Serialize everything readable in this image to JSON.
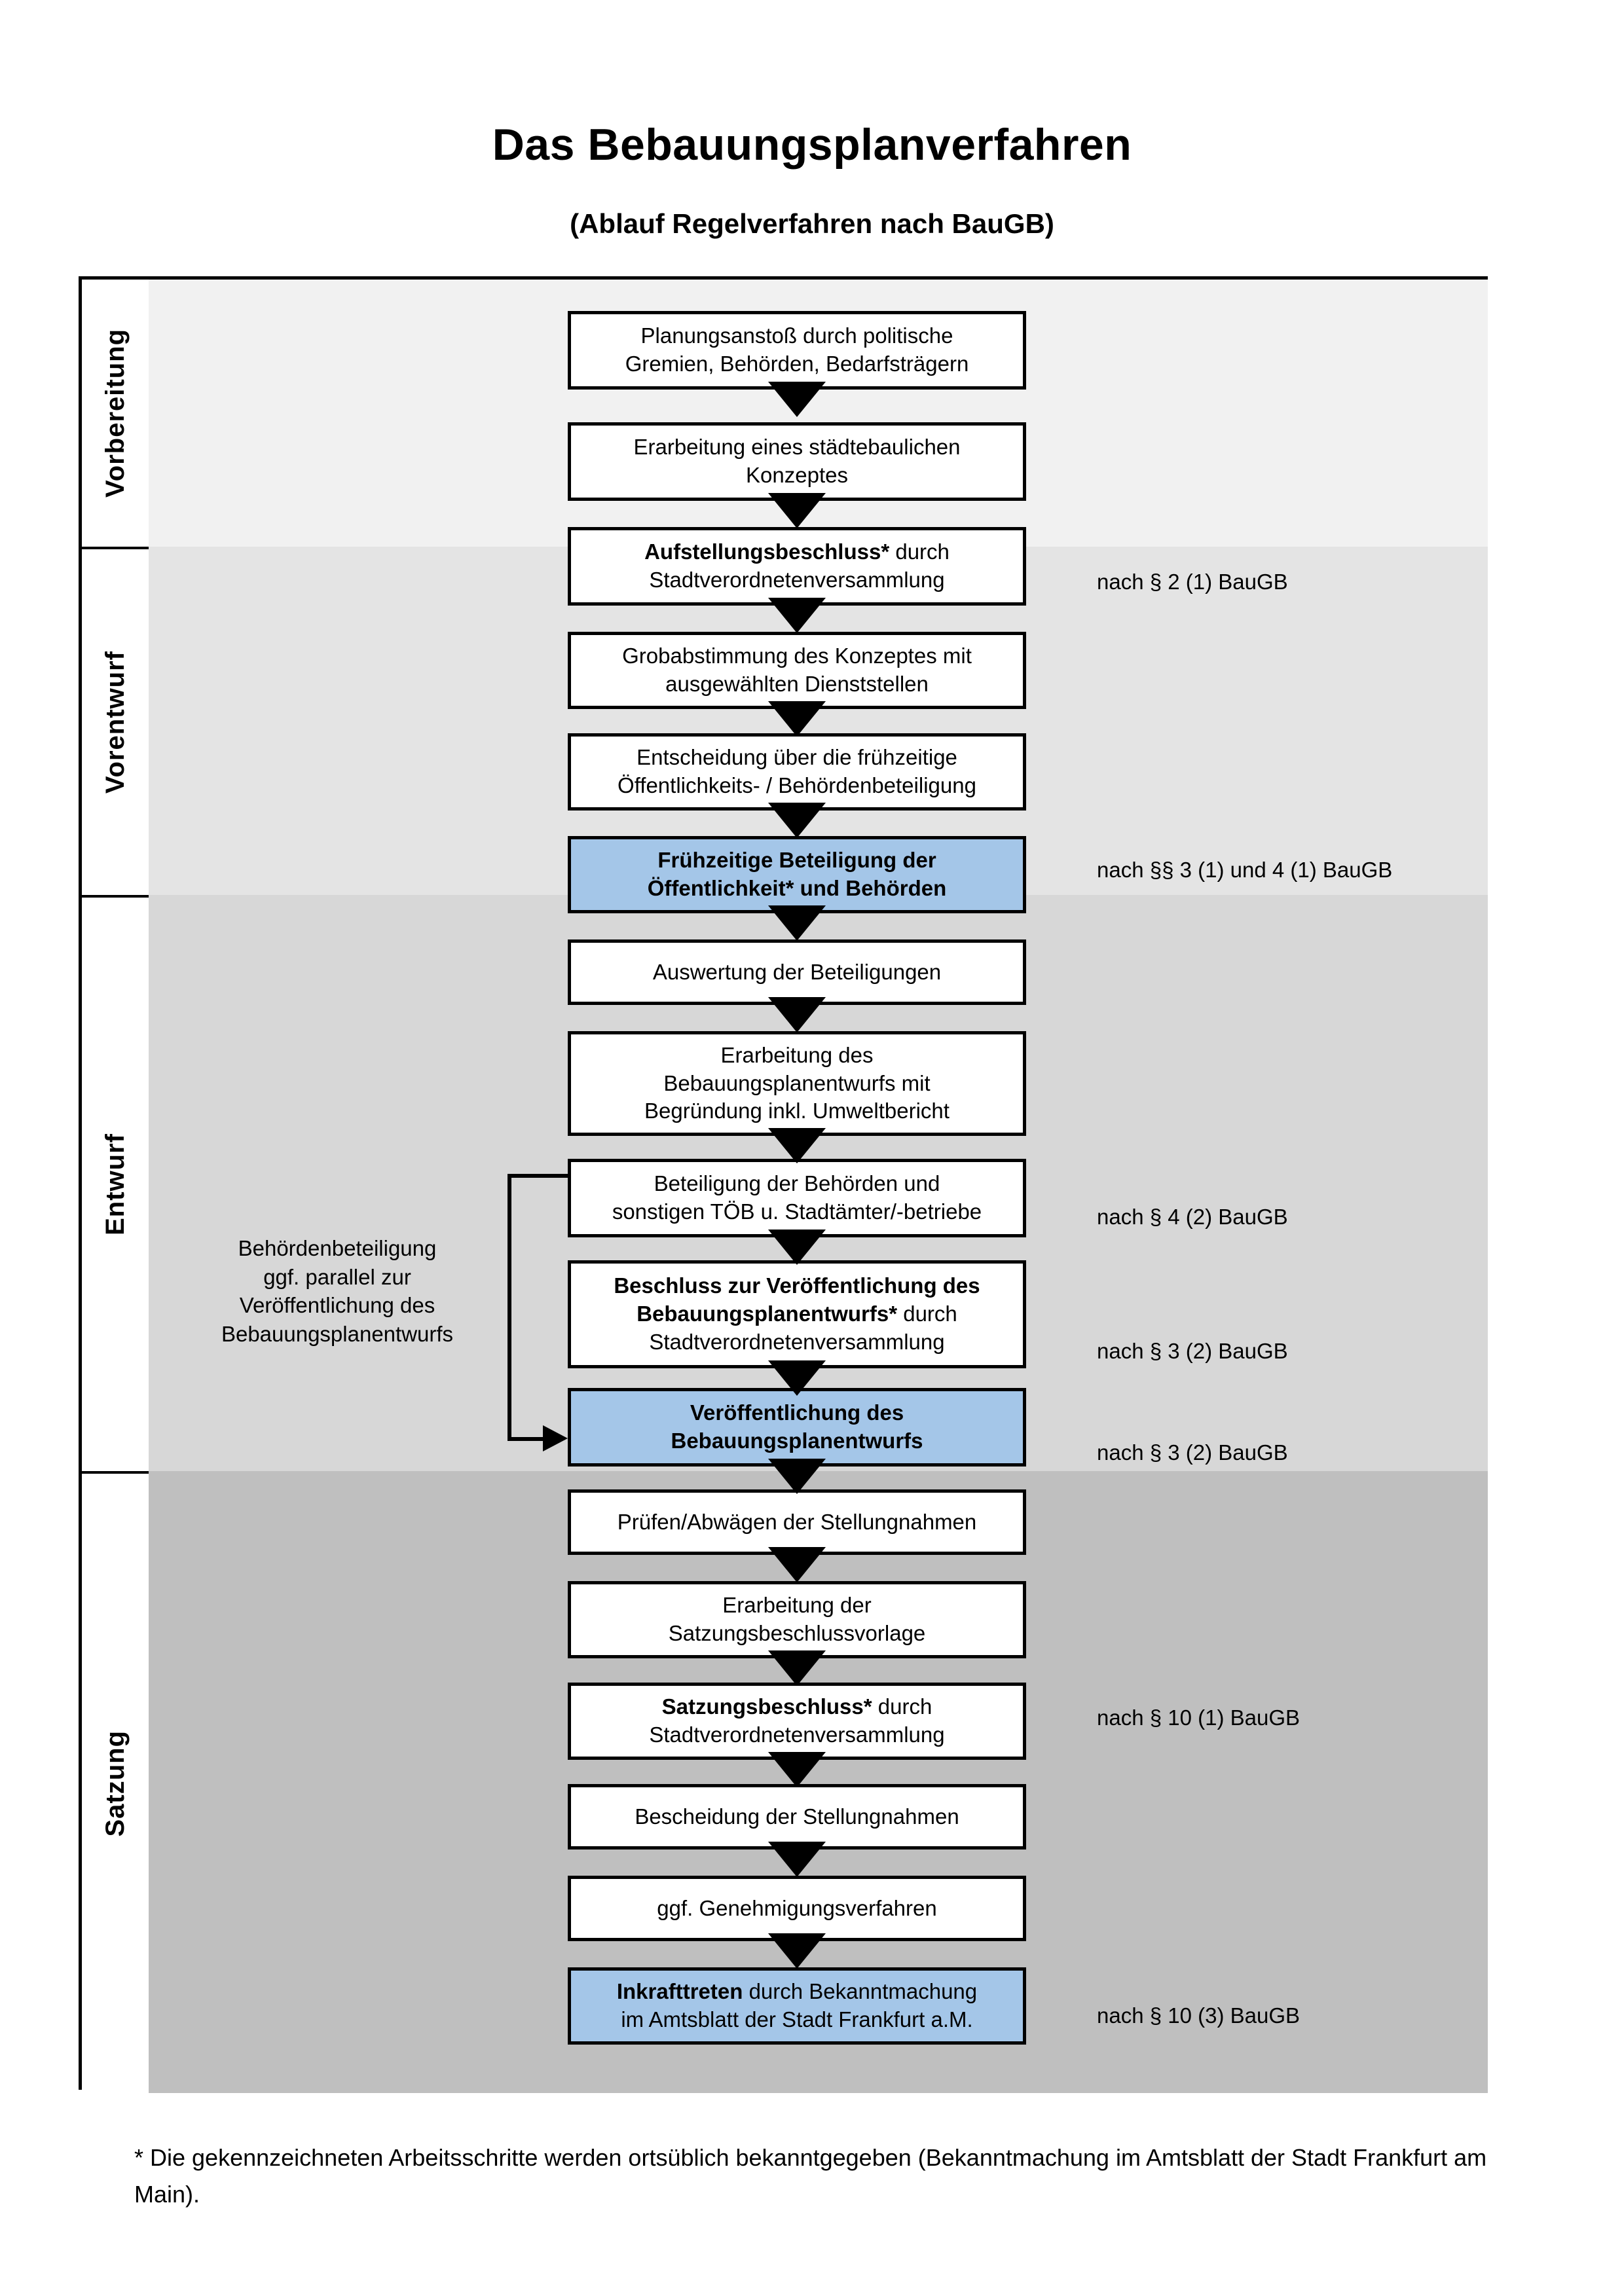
{
  "header": {
    "title": "Das Bebauungsplanverfahren",
    "subtitle": "(Ablauf Regelverfahren nach BauGB)"
  },
  "colors": {
    "highlight_box": "#a4c6e8",
    "band_vorbereitung": "#f1f1f1",
    "band_vorentwurf": "#e4e4e4",
    "band_entwurf": "#d7d7d7",
    "band_satzung": "#bfbfbf",
    "line": "#000000"
  },
  "phases": [
    {
      "label": "Vorbereitung"
    },
    {
      "label": "Vorentwurf"
    },
    {
      "label": "Entwurf"
    },
    {
      "label": "Satzung"
    }
  ],
  "steps": [
    {
      "id": "planungsanstoss",
      "lines": [
        "Planungsanstoß durch politische",
        "Gremien, Behörden, Bedarfsträgern"
      ],
      "bold": "",
      "highlight": false
    },
    {
      "id": "konzept",
      "lines": [
        "Erarbeitung eines städtebaulichen",
        "Konzeptes"
      ],
      "bold": "",
      "highlight": false
    },
    {
      "id": "aufstellungsbeschluss",
      "lines": [
        "Aufstellungsbeschluss* durch",
        "Stadtverordnetenversammlung"
      ],
      "bold": "Aufstellungsbeschluss*",
      "highlight": false
    },
    {
      "id": "grobabstimmung",
      "lines": [
        "Grobabstimmung des Konzeptes mit",
        "ausgewählten Dienststellen"
      ],
      "bold": "",
      "highlight": false
    },
    {
      "id": "entscheidung-fruehzeitig",
      "lines": [
        "Entscheidung über die frühzeitige",
        "Öffentlichkeits- / Behördenbeteiligung"
      ],
      "bold": "",
      "highlight": false
    },
    {
      "id": "fruehzeitige-beteiligung",
      "lines": [
        "Frühzeitige Beteiligung der",
        "Öffentlichkeit* und Behörden"
      ],
      "bold": "all",
      "highlight": true
    },
    {
      "id": "auswertung",
      "lines": [
        "Auswertung der Beteiligungen"
      ],
      "bold": "",
      "highlight": false
    },
    {
      "id": "erarbeitung-entwurf",
      "lines": [
        "Erarbeitung des",
        "Bebauungsplanentwurfs mit",
        "Begründung inkl. Umweltbericht"
      ],
      "bold": "",
      "highlight": false
    },
    {
      "id": "beteiligung-behoerden",
      "lines": [
        "Beteiligung der Behörden und",
        "sonstigen TÖB u. Stadtämter/-betriebe"
      ],
      "bold": "",
      "highlight": false
    },
    {
      "id": "beschluss-veroeffentlichung",
      "lines": [
        "Beschluss zur Veröffentlichung des",
        "Bebauungsplanentwurfs* durch",
        "Stadtverordnetenversammlung"
      ],
      "bold": "Beschluss zur Veröffentlichung des Bebauungsplanentwurfs*",
      "highlight": false
    },
    {
      "id": "veroeffentlichung",
      "lines": [
        "Veröffentlichung des",
        "Bebauungsplanentwurfs"
      ],
      "bold": "all",
      "highlight": true
    },
    {
      "id": "pruefen-abwaegen",
      "lines": [
        "Prüfen/Abwägen der Stellungnahmen"
      ],
      "bold": "",
      "highlight": false
    },
    {
      "id": "satzungsbeschlussvorlage",
      "lines": [
        "Erarbeitung der",
        "Satzungsbeschlussvorlage"
      ],
      "bold": "",
      "highlight": false
    },
    {
      "id": "satzungsbeschluss",
      "lines": [
        "Satzungsbeschluss* durch",
        "Stadtverordnetenversammlung"
      ],
      "bold": "Satzungsbeschluss*",
      "highlight": false
    },
    {
      "id": "bescheidung",
      "lines": [
        "Bescheidung der Stellungnahmen"
      ],
      "bold": "",
      "highlight": false
    },
    {
      "id": "genehmigungsverfahren",
      "lines": [
        "ggf. Genehmigungsverfahren"
      ],
      "bold": "",
      "highlight": false
    },
    {
      "id": "inkrafttreten",
      "lines": [
        "Inkrafttreten durch Bekanntmachung",
        "im Amtsblatt der Stadt Frankfurt a.M."
      ],
      "bold": "Inkrafttreten",
      "highlight": true
    }
  ],
  "annotations": [
    {
      "id": "ann-par2-1",
      "text": "nach § 2 (1) BauGB"
    },
    {
      "id": "ann-par3-1-4-1",
      "text": "nach §§ 3 (1) und 4 (1) BauGB"
    },
    {
      "id": "ann-par4-2",
      "text": "nach § 4 (2) BauGB"
    },
    {
      "id": "ann-par3-2-a",
      "text": "nach § 3 (2) BauGB"
    },
    {
      "id": "ann-par3-2-b",
      "text": "nach § 3 (2) BauGB"
    },
    {
      "id": "ann-par10-1",
      "text": "nach § 10 (1) BauGB"
    },
    {
      "id": "ann-par10-3",
      "text": "nach § 10 (3) BauGB"
    }
  ],
  "sidenote": {
    "lines": [
      "Behördenbeteiligung",
      "ggf. parallel zur",
      "Veröffentlichung des",
      "Bebauungsplanentwurfs"
    ]
  },
  "footnote": {
    "text": "* Die gekennzeichneten Arbeitsschritte werden ortsüblich bekanntgegeben (Bekanntmachung im Amtsblatt  der Stadt Frankfurt am Main)."
  }
}
